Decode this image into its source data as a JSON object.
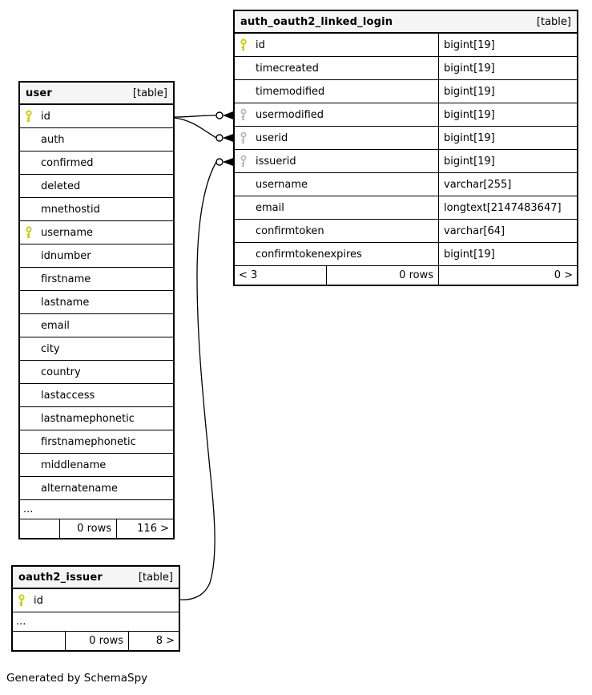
{
  "note": {
    "text": "Generated by SchemaSpy"
  },
  "colors": {
    "primary_key": "#cccc00",
    "foreign_key": "#bcbcbc",
    "header_bg": "#f5f5f5",
    "border": "#000000",
    "background": "#ffffff"
  },
  "tables": {
    "auth_oauth2_linked_login": {
      "name": "auth_oauth2_linked_login",
      "badge": "[table]",
      "columns": [
        {
          "name": "id",
          "type": "bigint[19]",
          "key": "primary"
        },
        {
          "name": "timecreated",
          "type": "bigint[19]",
          "key": "none"
        },
        {
          "name": "timemodified",
          "type": "bigint[19]",
          "key": "none"
        },
        {
          "name": "usermodified",
          "type": "bigint[19]",
          "key": "foreign"
        },
        {
          "name": "userid",
          "type": "bigint[19]",
          "key": "foreign"
        },
        {
          "name": "issuerid",
          "type": "bigint[19]",
          "key": "foreign"
        },
        {
          "name": "username",
          "type": "varchar[255]",
          "key": "none"
        },
        {
          "name": "email",
          "type": "longtext[2147483647]",
          "key": "none"
        },
        {
          "name": "confirmtoken",
          "type": "varchar[64]",
          "key": "none"
        },
        {
          "name": "confirmtokenexpires",
          "type": "bigint[19]",
          "key": "none"
        }
      ],
      "footer": {
        "left": "< 3",
        "middle": "0 rows",
        "right": "0 >"
      }
    },
    "user": {
      "name": "user",
      "badge": "[table]",
      "columns": [
        {
          "name": "id",
          "key": "primary"
        },
        {
          "name": "auth",
          "key": "none"
        },
        {
          "name": "confirmed",
          "key": "none"
        },
        {
          "name": "deleted",
          "key": "none"
        },
        {
          "name": "mnethostid",
          "key": "none"
        },
        {
          "name": "username",
          "key": "primary"
        },
        {
          "name": "idnumber",
          "key": "none"
        },
        {
          "name": "firstname",
          "key": "none"
        },
        {
          "name": "lastname",
          "key": "none"
        },
        {
          "name": "email",
          "key": "none"
        },
        {
          "name": "city",
          "key": "none"
        },
        {
          "name": "country",
          "key": "none"
        },
        {
          "name": "lastaccess",
          "key": "none"
        },
        {
          "name": "lastnamephonetic",
          "key": "none"
        },
        {
          "name": "firstnamephonetic",
          "key": "none"
        },
        {
          "name": "middlename",
          "key": "none"
        },
        {
          "name": "alternatename",
          "key": "none"
        }
      ],
      "ellipsis": "...",
      "footer": {
        "left": "",
        "middle": "0 rows",
        "right": "116 >"
      }
    },
    "oauth2_issuer": {
      "name": "oauth2_issuer",
      "badge": "[table]",
      "columns": [
        {
          "name": "id",
          "key": "primary"
        }
      ],
      "ellipsis": "...",
      "footer": {
        "left": "",
        "middle": "0 rows",
        "right": "8 >"
      }
    }
  },
  "relationships": [
    {
      "parent": "user.id",
      "child": "auth_oauth2_linked_login.usermodified"
    },
    {
      "parent": "user.id",
      "child": "auth_oauth2_linked_login.userid"
    },
    {
      "parent": "oauth2_issuer.id",
      "child": "auth_oauth2_linked_login.issuerid"
    }
  ]
}
